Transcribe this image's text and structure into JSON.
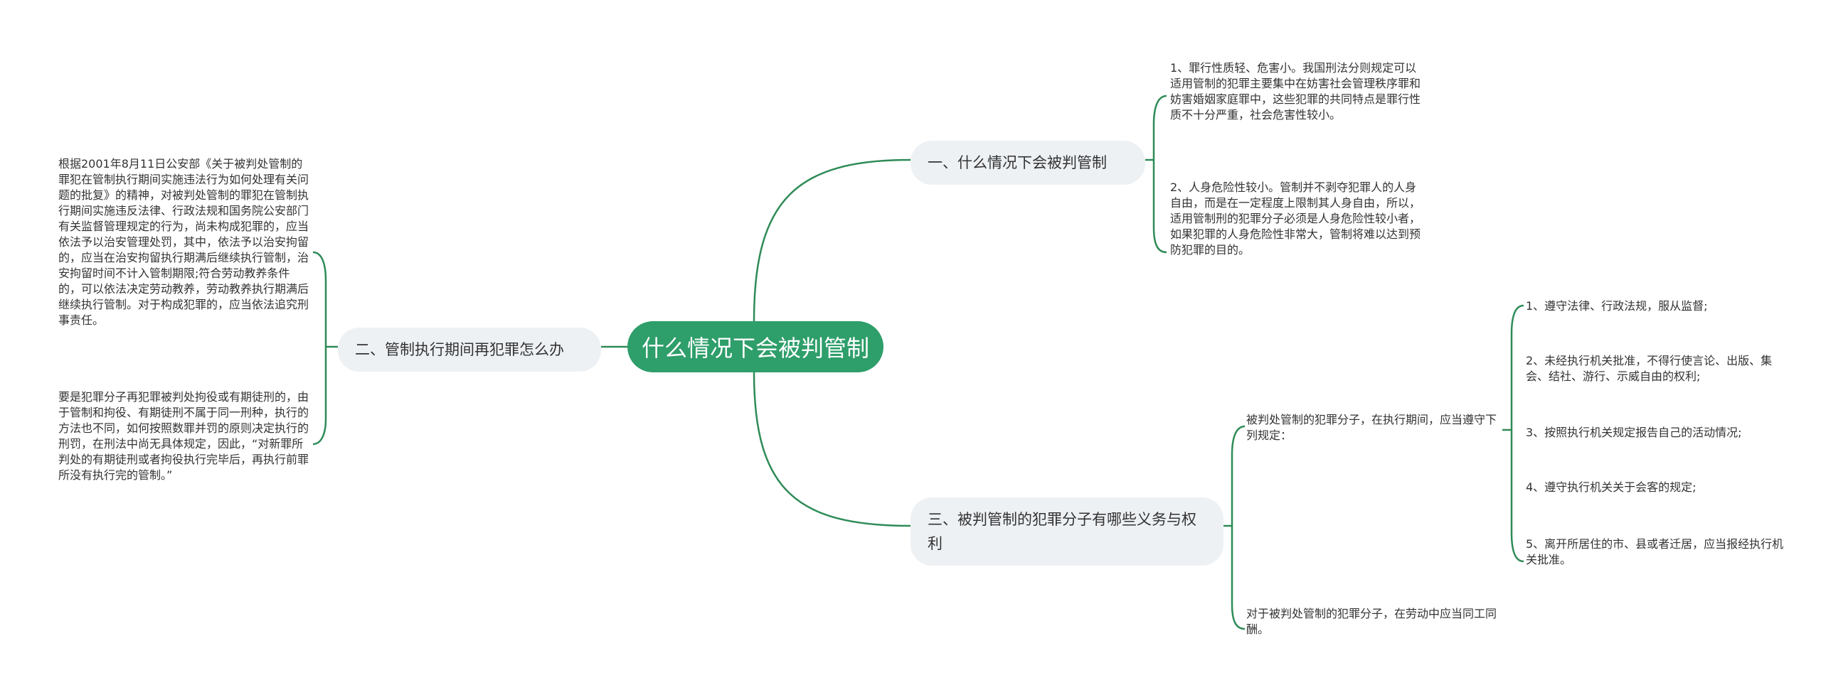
{
  "root": "什么情况下会被判管制",
  "branches": {
    "b1": {
      "title": "一、什么情况下会被判管制",
      "items": [
        "1、罪行性质轻、危害小。我国刑法分则规定可以适用管制的犯罪主要集中在妨害社会管理秩序罪和妨害婚姻家庭罪中，这些犯罪的共同特点是罪行性质不十分严重，社会危害性较小。",
        "2、人身危险性较小。管制并不剥夺犯罪人的人身自由，而是在一定程度上限制其人身自由，所以，适用管制刑的犯罪分子必须是人身危险性较小者，如果犯罪的人身危险性非常大，管制将难以达到预防犯罪的目的。"
      ]
    },
    "b2": {
      "title": "二、管制执行期间再犯罪怎么办",
      "items": [
        "根据2001年8月11日公安部《关于被判处管制的罪犯在管制执行期间实施违法行为如何处理有关问题的批复》的精神，对被判处管制的罪犯在管制执行期间实施违反法律、行政法规和国务院公安部门有关监督管理规定的行为，尚未构成犯罪的，应当依法予以治安管理处罚，其中，依法予以治安拘留的，应当在治安拘留执行期满后继续执行管制，治安拘留时间不计入管制期限;符合劳动教养条件的，可以依法决定劳动教养，劳动教养执行期满后继续执行管制。对于构成犯罪的，应当依法追究刑事责任。",
        "要是犯罪分子再犯罪被判处拘役或有期徒刑的，由于管制和拘役、有期徒刑不属于同一刑种，执行的方法也不同，如何按照数罪并罚的原则决定执行的刑罚，在刑法中尚无具体规定，因此，“对新罪所判处的有期徒刑或者拘役执行完毕后，再执行前罪所没有执行完的管制。”"
      ]
    },
    "b3": {
      "title": "三、被判管制的犯罪分子有哪些义务与权利",
      "sub1": {
        "text": "被判处管制的犯罪分子，在执行期间，应当遵守下列规定：",
        "items": [
          "1、遵守法律、行政法规，服从监督;",
          "2、未经执行机关批准，不得行使言论、出版、集会、结社、游行、示威自由的权利;",
          "3、按照执行机关规定报告自己的活动情况;",
          "4、遵守执行机关关于会客的规定;",
          "5、离开所居住的市、县或者迁居，应当报经执行机关批准。"
        ]
      },
      "sub2": {
        "text": "对于被判处管制的犯罪分子，在劳动中应当同工同酬。"
      }
    }
  },
  "colors": {
    "accent": "#2e9e6a",
    "line": "#2e8b57",
    "branch_bg": "#eef1f4"
  }
}
